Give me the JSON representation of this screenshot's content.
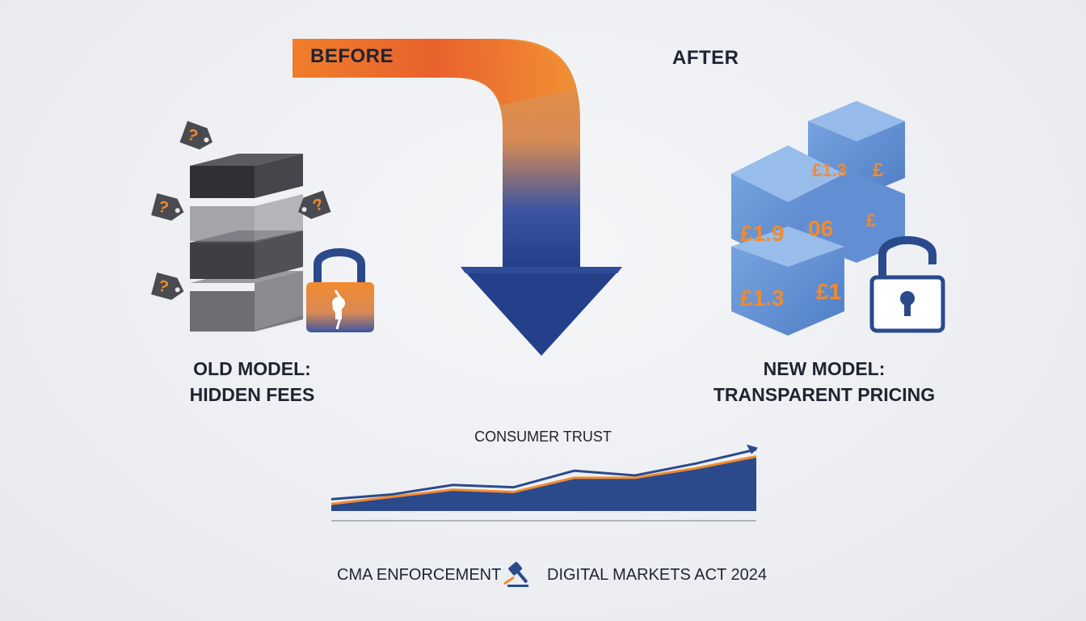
{
  "header": {
    "before_label": "BEFORE",
    "after_label": "AFTER"
  },
  "old_model": {
    "title_line1": "OLD MODEL:",
    "title_line2": "HIDDEN FEES",
    "tag_symbol": "?"
  },
  "new_model": {
    "title_line1": "NEW MODEL:",
    "title_line2": "TRANSPARENT PRICING",
    "prices": [
      "£1.3",
      "£",
      "£1.9",
      "06",
      "£",
      "£1.3",
      "£1"
    ]
  },
  "chart_data": {
    "type": "area",
    "title": "CONSUMER TRUST",
    "xlabel": "",
    "ylabel": "",
    "x": [
      0,
      1,
      2,
      3,
      4,
      5,
      6,
      7
    ],
    "series": [
      {
        "values": [
          10,
          14,
          22,
          20,
          34,
          30,
          40,
          52
        ]
      },
      {
        "values": [
          6,
          12,
          18,
          16,
          28,
          28,
          36,
          46
        ]
      }
    ],
    "ylim": [
      0,
      60
    ],
    "grid": false,
    "legend": "none"
  },
  "footer": {
    "left_text": "CMA ENFORCEMENT",
    "right_text": "DIGITAL MARKETS ACT 2024"
  },
  "colors": {
    "orange": "#f28a2e",
    "blue": "#2a4a8c",
    "dark_gray": "#4a4c52",
    "light_blue": "#5b8fd6"
  },
  "icons": [
    "question-tag-icon",
    "broken-lock-icon",
    "open-lock-icon",
    "gavel-icon",
    "trend-arrow-icon"
  ]
}
